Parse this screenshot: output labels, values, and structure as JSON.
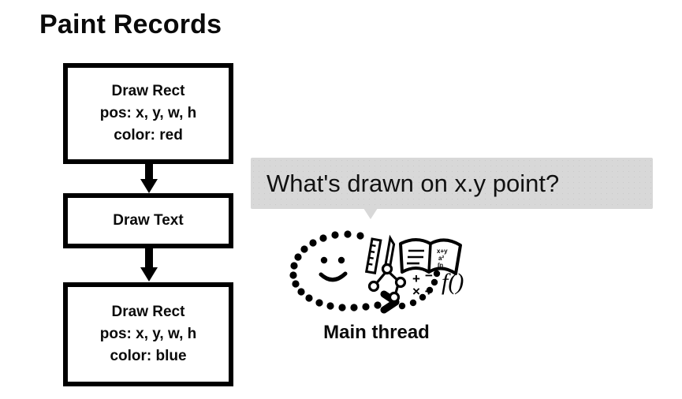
{
  "slide": {
    "title": "Paint Records",
    "background_color": "#ffffff",
    "ink_color": "#000000"
  },
  "paint_records": {
    "boxes": [
      {
        "name": "draw-rect-red",
        "lines": [
          "Draw Rect",
          "pos: x, y, w, h",
          "color: red"
        ]
      },
      {
        "name": "draw-text",
        "lines": [
          "Draw Text"
        ]
      },
      {
        "name": "draw-rect-blue",
        "lines": [
          "Draw Rect",
          "pos: x, y, w, h",
          "color: blue"
        ]
      }
    ],
    "connectors": [
      "down-arrow",
      "down-arrow"
    ]
  },
  "speech_bubble": {
    "text": "What's drawn on x.y point?",
    "fill_color": "#d8d8d8",
    "tail": "down-pointer"
  },
  "thinking": {
    "illustration_name": "thinking-head-with-tools",
    "elements": [
      "dotted-head-outline",
      "smiley-face",
      "chevron-mouth",
      "ruler-icon",
      "pencil-icon",
      "open-book-icon",
      "tree-graph-icon",
      "math-operators",
      "function-notation"
    ],
    "math_operators": [
      "+",
      "−",
      "×",
      "÷"
    ],
    "function_notation": "f()",
    "caption": "Main thread"
  }
}
